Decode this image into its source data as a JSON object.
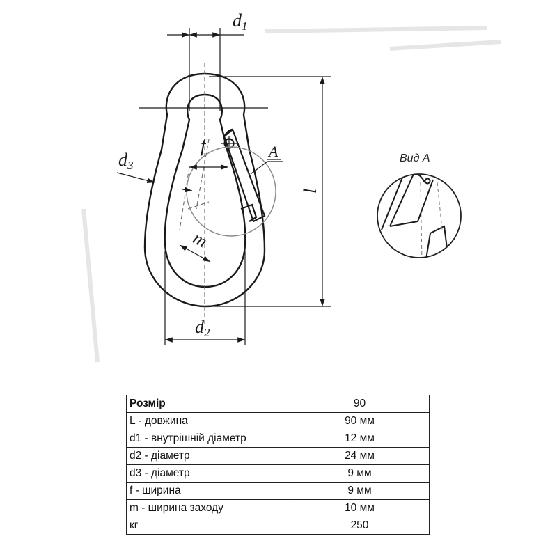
{
  "drawing": {
    "labels": {
      "d1": "d",
      "d1_sub": "1",
      "d2": "d",
      "d2_sub": "2",
      "d3": "d",
      "d3_sub": "3",
      "f": "f",
      "m": "m",
      "l": "l",
      "A": "A"
    },
    "view_title": "Вид А"
  },
  "table": {
    "header": {
      "key": "Розмір",
      "value": "90"
    },
    "rows": [
      {
        "key": "L - довжина",
        "value": "90 мм"
      },
      {
        "key": "d1 - внутрішній діаметр",
        "value": "12 мм"
      },
      {
        "key": "d2 - діаметр",
        "value": "24 мм"
      },
      {
        "key": "d3 - діаметр",
        "value": "9 мм"
      },
      {
        "key": "f - ширина",
        "value": "9 мм"
      },
      {
        "key": "m - ширина заходу",
        "value": "10 мм"
      },
      {
        "key": "кг",
        "value": "250"
      }
    ]
  }
}
